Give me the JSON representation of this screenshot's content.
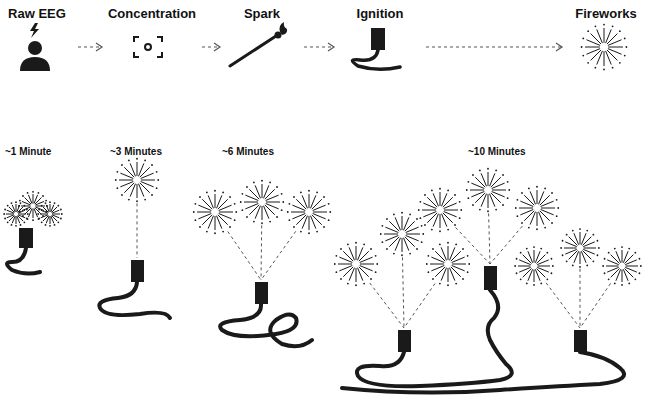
{
  "diagram": {
    "nodes": [
      {
        "text": [
          "Raw EEG"
        ]
      },
      {
        "text": [
          "Concentration"
        ]
      },
      {
        "text": [
          "Spark"
        ]
      },
      {
        "text": [
          "Ignition"
        ]
      },
      {
        "text": [
          "Fireworks"
        ]
      }
    ],
    "edges": [
      {
        "from": 0,
        "to": 1,
        "arrow": "to"
      },
      {
        "from": 1,
        "to": 2,
        "arrow": "to"
      },
      {
        "from": 2,
        "to": 3,
        "arrow": "to"
      },
      {
        "from": 3,
        "to": 4,
        "arrow": "to"
      }
    ],
    "labels": [
      "~1 Minute",
      "~3 Minutes",
      "~6 Minutes",
      "~10 Minutes"
    ]
  }
}
